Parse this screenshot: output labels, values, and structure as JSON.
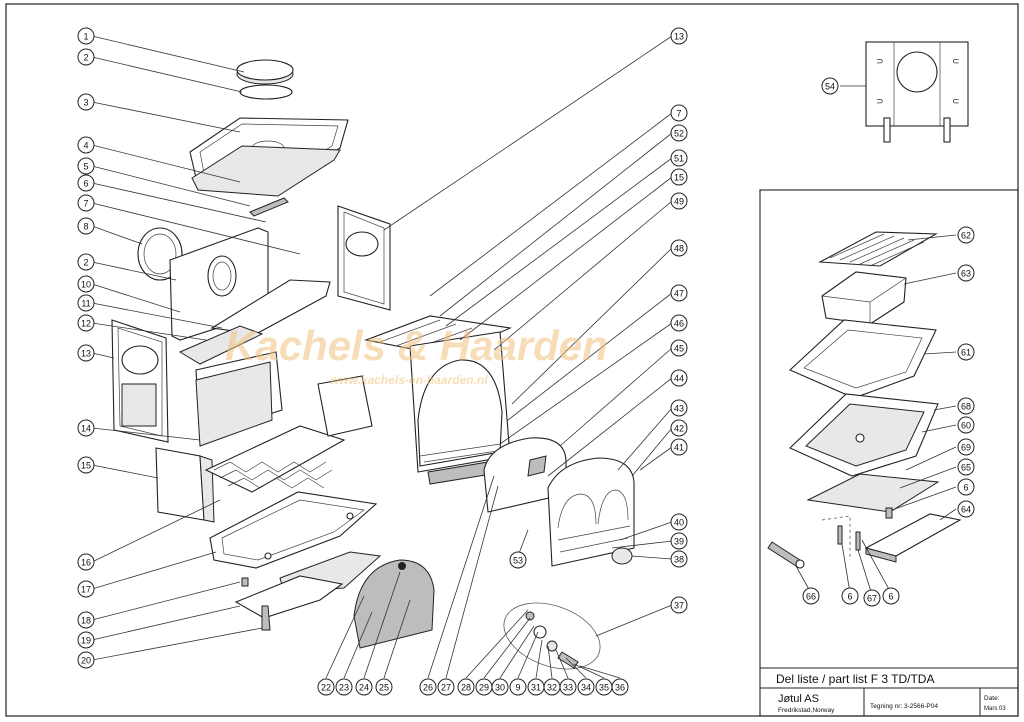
{
  "watermark": {
    "main": "Kachels & Haarden",
    "sub": "www.kachels-en-haarden.nl"
  },
  "title_block": {
    "title": "Del liste / part list F 3 TD/TDA",
    "company": "Jøtul AS",
    "location": "Fredrikstad,Norway",
    "drawing_no": "Tegning nr: 3-2566-P04",
    "date_label": "Date:",
    "date_value": "Mars 03"
  },
  "callouts": {
    "c1": "1",
    "c2a": "2",
    "c3": "3",
    "c4": "4",
    "c5": "5",
    "c6a": "6",
    "c7a": "7",
    "c8": "8",
    "c2b": "2",
    "c10": "10",
    "c11": "11",
    "c12": "12",
    "c13a": "13",
    "c14": "14",
    "c15a": "15",
    "c16": "16",
    "c17": "17",
    "c18": "18",
    "c19": "19",
    "c20": "20",
    "c22": "22",
    "c23": "23",
    "c24": "24",
    "c25": "25",
    "c26": "26",
    "c27": "27",
    "c28": "28",
    "c29": "29",
    "c30": "30",
    "c9": "9",
    "c31": "31",
    "c32": "32",
    "c33": "33",
    "c34": "34",
    "c35": "35",
    "c36": "36",
    "c13b": "13",
    "c7b": "7",
    "c52": "52",
    "c51": "51",
    "c15b": "15",
    "c49": "49",
    "c48": "48",
    "c47": "47",
    "c46": "46",
    "c45": "45",
    "c44": "44",
    "c43": "43",
    "c42": "42",
    "c41": "41",
    "c40": "40",
    "c39": "39",
    "c38": "38",
    "c37": "37",
    "c53": "53",
    "c54": "54",
    "c62": "62",
    "c63": "63",
    "c61": "61",
    "c68": "68",
    "c60": "60",
    "c69": "69",
    "c65": "65",
    "c6b": "6",
    "c64": "64",
    "c66": "66",
    "c6c": "6",
    "c67": "67",
    "c6d": "6"
  }
}
